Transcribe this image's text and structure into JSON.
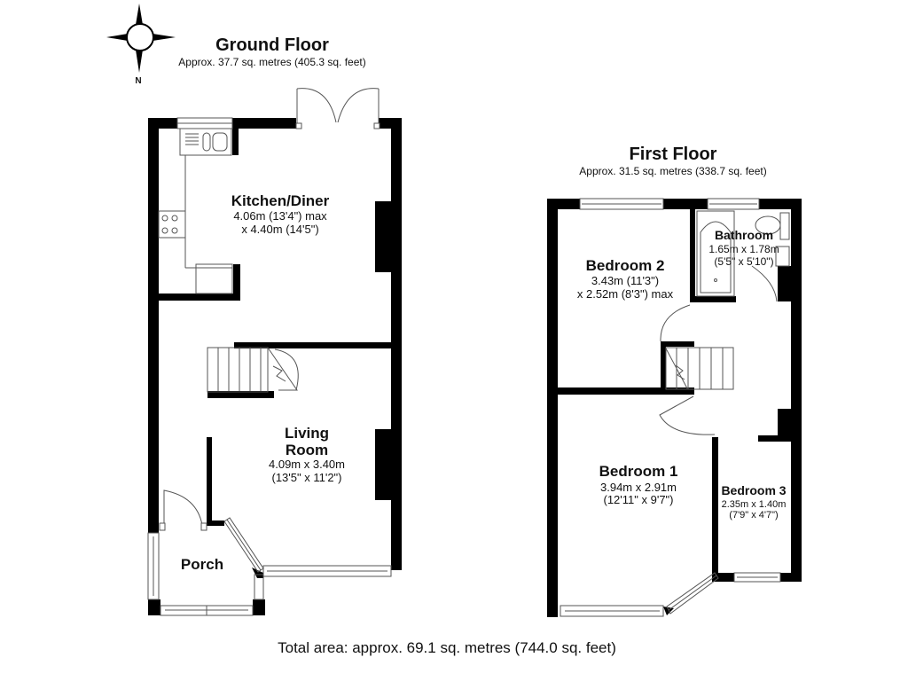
{
  "compass": {
    "label": "N"
  },
  "ground_floor": {
    "title": "Ground Floor",
    "area": "Approx. 37.7 sq. metres (405.3 sq. feet)",
    "rooms": [
      {
        "name": "Kitchen/Diner",
        "dim1": "4.06m (13'4\") max",
        "dim2": "x 4.40m (14'5\")"
      },
      {
        "name_line1": "Living",
        "name_line2": "Room",
        "dim1": "4.09m x 3.40m",
        "dim2": "(13'5\" x 11'2\")"
      },
      {
        "name": "Porch"
      }
    ]
  },
  "first_floor": {
    "title": "First Floor",
    "area": "Approx. 31.5 sq. metres (338.7 sq. feet)",
    "rooms": [
      {
        "name": "Bedroom 2",
        "dim1": "3.43m (11'3\")",
        "dim2": "x 2.52m (8'3\") max"
      },
      {
        "name": "Bathroom",
        "dim1": "1.65m x 1.78m",
        "dim2": "(5'5\" x 5'10\")"
      },
      {
        "name": "Bedroom 1",
        "dim1": "3.94m x 2.91m",
        "dim2": "(12'11\" x 9'7\")"
      },
      {
        "name": "Bedroom 3",
        "dim1": "2.35m x 1.40m",
        "dim2": "(7'9\" x 4'7\")"
      }
    ]
  },
  "total_area": "Total area: approx. 69.1 sq. metres (744.0 sq. feet)"
}
